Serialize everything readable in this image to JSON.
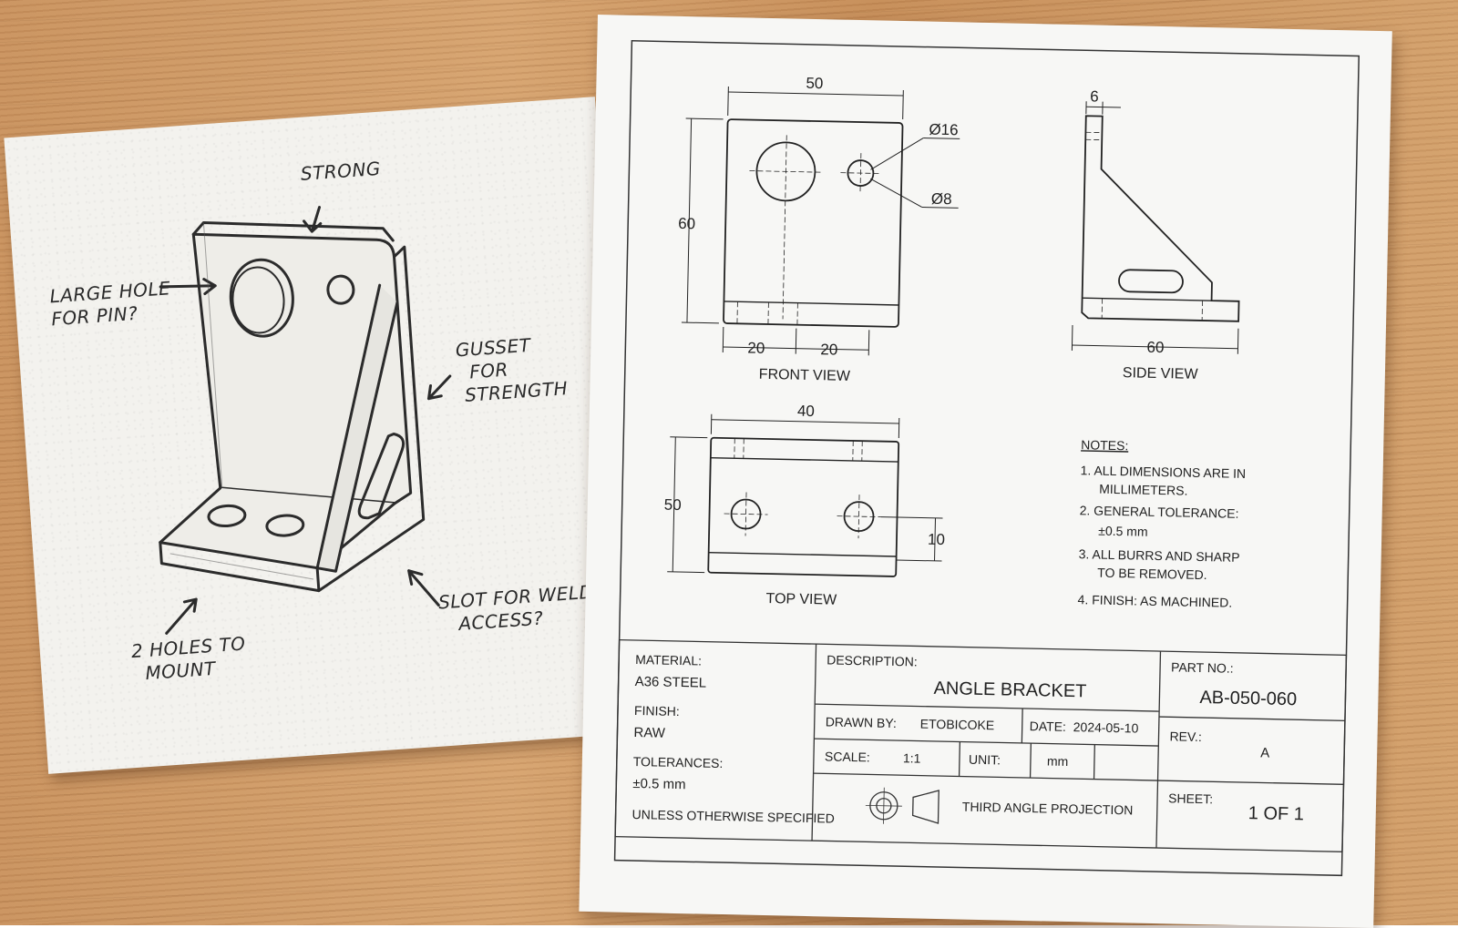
{
  "sketch": {
    "notes": {
      "strong": "STRONG",
      "large_hole": "LARGE HOLE\nFOR PIN?",
      "gusset": "GUSSET\n  FOR\n STRENGTH",
      "slot": "SLOT FOR WELD\n   ACCESS?",
      "mount": "2 HOLES TO\n  MOUNT"
    }
  },
  "drawing": {
    "front_view": {
      "label": "FRONT VIEW",
      "dim_width": "50",
      "dim_height": "60",
      "dim_hole_large": "Ø16",
      "dim_hole_small": "Ø8",
      "dim_left": "20",
      "dim_right": "20"
    },
    "side_view": {
      "label": "SIDE VIEW",
      "dim_thickness": "6",
      "dim_depth": "60"
    },
    "top_view": {
      "label": "TOP VIEW",
      "dim_width": "40",
      "dim_height": "50",
      "dim_offset": "10"
    },
    "notes": {
      "heading": "NOTES:",
      "n1a": "1.  ALL DIMENSIONS ARE IN",
      "n1b": "MILLIMETERS.",
      "n2a": "2.  GENERAL TOLERANCE:",
      "n2b": "±0.5 mm",
      "n3a": "3.  ALL BURRS AND SHARP",
      "n3b": "TO BE REMOVED.",
      "n4": "4.  FINISH: AS MACHINED."
    },
    "title_block": {
      "material_label": "MATERIAL:",
      "material": "A36 STEEL",
      "finish_label": "FINISH:",
      "finish": "RAW",
      "tolerances_label": "TOLERANCES:",
      "tolerances": "±0.5 mm",
      "unless": "UNLESS OTHERWISE SPECIFIED",
      "description_label": "DESCRIPTION:",
      "description": "ANGLE BRACKET",
      "drawn_by_label": "DRAWN BY:",
      "drawn_by": "ETOBICOKE",
      "date_label": "DATE:",
      "date": "2024-05-10",
      "scale_label": "SCALE:",
      "scale": "1:1",
      "unit_label": "UNIT:",
      "unit": "mm",
      "projection": "THIRD ANGLE PROJECTION",
      "part_no_label": "PART NO.:",
      "part_no": "AB-050-060",
      "rev_label": "REV.:",
      "rev": "A",
      "sheet_label": "SHEET:",
      "sheet": "1 OF 1"
    }
  }
}
